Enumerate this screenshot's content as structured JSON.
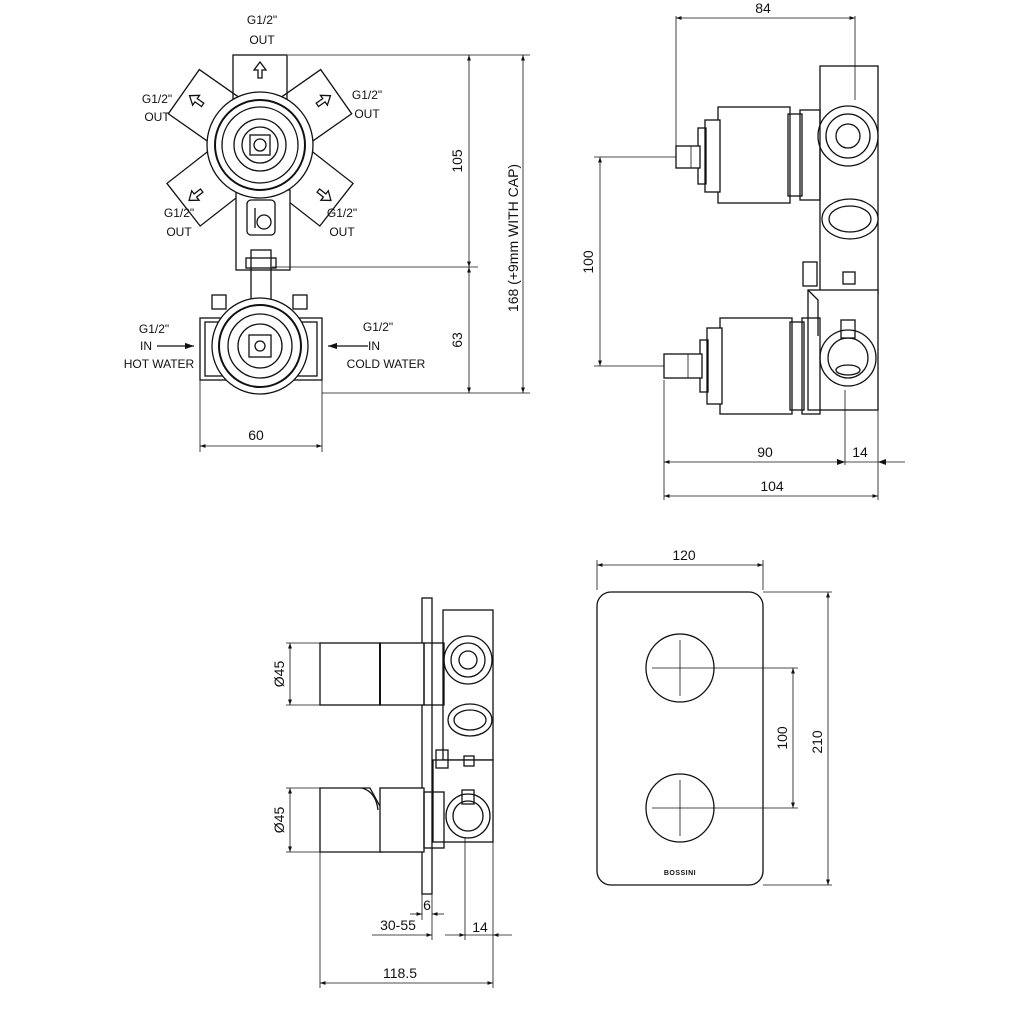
{
  "labels": {
    "top_out": {
      "size": "G1/2\"",
      "dir": "OUT"
    },
    "upper_left_out": {
      "size": "G1/2\"",
      "dir": "OUT"
    },
    "upper_right_out": {
      "size": "G1/2\"",
      "dir": "OUT"
    },
    "lower_left_out": {
      "size": "G1/2\"",
      "dir": "OUT"
    },
    "lower_right_out": {
      "size": "G1/2\"",
      "dir": "OUT"
    },
    "hot_in": {
      "size": "G1/2\"",
      "dir": "IN",
      "desc": "HOT WATER"
    },
    "cold_in": {
      "size": "G1/2\"",
      "dir": "IN",
      "desc": "COLD WATER"
    }
  },
  "dimensions": {
    "front_width": "60",
    "front_105": "105",
    "front_63": "63",
    "front_total": "168 (+9mm WITH CAP)",
    "side_84": "84",
    "side_100": "100",
    "side_90": "90",
    "side_14": "14",
    "side_104": "104",
    "inst_d45_top": "Ø45",
    "inst_d45_bottom": "Ø45",
    "inst_6": "6",
    "inst_30_55": "30-55",
    "inst_14": "14",
    "inst_118_5": "118.5",
    "plate_120": "120",
    "plate_100": "100",
    "plate_210": "210"
  },
  "brand": "BOSSINI",
  "colors": {
    "line": "#111111",
    "background": "#ffffff"
  }
}
